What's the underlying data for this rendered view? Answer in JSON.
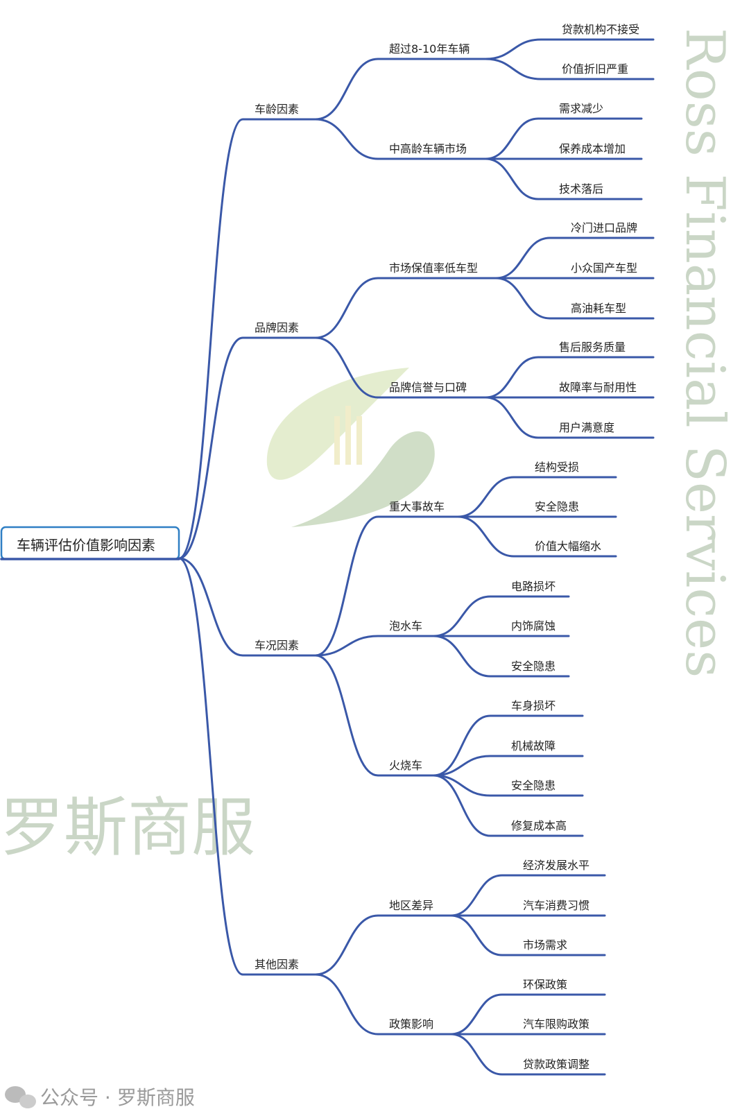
{
  "colors": {
    "line": "#3a58a8",
    "root_border": "#2f7fc4",
    "watermark": "#b9c9b4"
  },
  "watermark": {
    "english": "Ross Financial Services",
    "chinese": "罗斯商服",
    "footer": "公众号 · 罗斯商服",
    "footer_icon": "wechat-icon"
  },
  "root": {
    "label": "车辆评估价值影响因素",
    "children": [
      {
        "label": "车龄因素",
        "children": [
          {
            "label": "超过8-10年车辆",
            "children": [
              {
                "label": "贷款机构不接受"
              },
              {
                "label": "价值折旧严重"
              }
            ]
          },
          {
            "label": "中高龄车辆市场",
            "children": [
              {
                "label": "需求减少"
              },
              {
                "label": "保养成本增加"
              },
              {
                "label": "技术落后"
              }
            ]
          }
        ]
      },
      {
        "label": "品牌因素",
        "children": [
          {
            "label": "市场保值率低车型",
            "children": [
              {
                "label": "冷门进口品牌"
              },
              {
                "label": "小众国产车型"
              },
              {
                "label": "高油耗车型"
              }
            ]
          },
          {
            "label": "品牌信誉与口碑",
            "children": [
              {
                "label": "售后服务质量"
              },
              {
                "label": "故障率与耐用性"
              },
              {
                "label": "用户满意度"
              }
            ]
          }
        ]
      },
      {
        "label": "车况因素",
        "children": [
          {
            "label": "重大事故车",
            "children": [
              {
                "label": "结构受损"
              },
              {
                "label": "安全隐患"
              },
              {
                "label": "价值大幅缩水"
              }
            ]
          },
          {
            "label": "泡水车",
            "children": [
              {
                "label": "电路损坏"
              },
              {
                "label": "内饰腐蚀"
              },
              {
                "label": "安全隐患"
              }
            ]
          },
          {
            "label": "火烧车",
            "children": [
              {
                "label": "车身损坏"
              },
              {
                "label": "机械故障"
              },
              {
                "label": "安全隐患"
              },
              {
                "label": "修复成本高"
              }
            ]
          }
        ]
      },
      {
        "label": "其他因素",
        "children": [
          {
            "label": "地区差异",
            "children": [
              {
                "label": "经济发展水平"
              },
              {
                "label": "汽车消费习惯"
              },
              {
                "label": "市场需求"
              }
            ]
          },
          {
            "label": "政策影响",
            "children": [
              {
                "label": "环保政策"
              },
              {
                "label": "汽车限购政策"
              },
              {
                "label": "贷款政策调整"
              }
            ]
          }
        ]
      }
    ]
  }
}
